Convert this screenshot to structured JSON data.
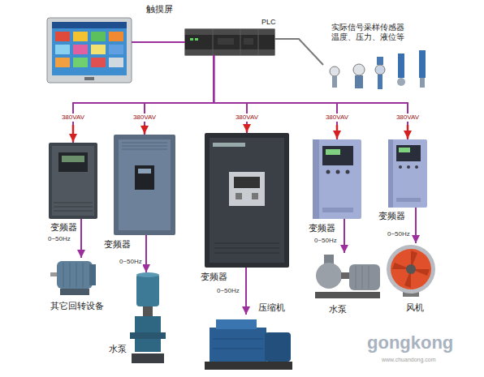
{
  "diagram": {
    "nodes": [
      {
        "text": [
          "触摸屏"
        ]
      },
      {
        "text": [
          "PLC"
        ]
      },
      {
        "text": [
          "实际信号采样传感器 温度、压力、液位等"
        ]
      },
      {
        "text": [
          "变频器"
        ]
      },
      {
        "text": [
          "变频器"
        ]
      },
      {
        "text": [
          "变频器"
        ]
      },
      {
        "text": [
          "变频器"
        ]
      },
      {
        "text": [
          "变频器"
        ]
      },
      {
        "text": [
          "其它回转设备"
        ]
      },
      {
        "text": [
          "水泵"
        ]
      },
      {
        "text": [
          "压缩机"
        ]
      },
      {
        "text": [
          "水泵"
        ]
      },
      {
        "text": [
          "风机"
        ]
      }
    ],
    "edges": [
      {
        "from": 0,
        "to": 1,
        "arrow": "none"
      },
      {
        "from": 1,
        "to": 3,
        "arrow": "none"
      },
      {
        "from": 1,
        "to": 4,
        "arrow": "none"
      },
      {
        "from": 1,
        "to": 5,
        "arrow": "none"
      },
      {
        "from": 1,
        "to": 6,
        "arrow": "none"
      },
      {
        "from": 1,
        "to": 7,
        "arrow": "none"
      },
      {
        "from": 1,
        "to": 2,
        "arrow": "none"
      },
      {
        "from": 3,
        "to": 8,
        "arrow": "to",
        "label": "0~50Hz"
      },
      {
        "from": 4,
        "to": 9,
        "arrow": "to",
        "label": "0~50Hz"
      },
      {
        "from": 5,
        "to": 10,
        "arrow": "to",
        "label": "0~50Hz"
      },
      {
        "from": 6,
        "to": 11,
        "arrow": "to",
        "label": "0~50Hz"
      },
      {
        "from": 7,
        "to": 12,
        "arrow": "to",
        "label": "0~50Hz"
      }
    ],
    "labels": [
      "380VAV",
      "380VAV",
      "380VAV",
      "380VAV",
      "380VAV",
      "gongkong",
      "www.chuandong.com"
    ]
  }
}
